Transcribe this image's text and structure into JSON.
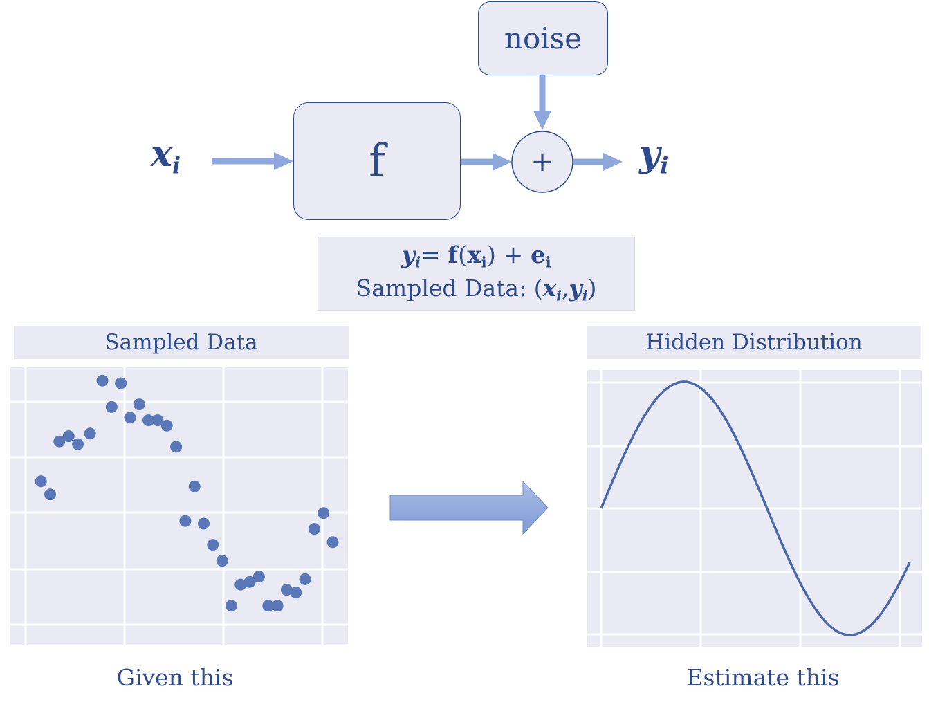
{
  "diagram": {
    "input_var": "x",
    "input_sub": "i",
    "function_label": "f",
    "noise_label": "noise",
    "sum_symbol": "+",
    "output_var": "y",
    "output_sub": "i"
  },
  "equation": {
    "y": "y",
    "y_sub": "i",
    "equals": "=",
    "f": "f",
    "lparen": "(",
    "x": "x",
    "x_sub": "i",
    "rparen": ")",
    "plus": "+",
    "e": "e",
    "e_sub": "i",
    "sampled_label": "Sampled Data:",
    "pair_open": "(",
    "pair_x": "x",
    "pair_x_sub": "i",
    "pair_comma": ",",
    "pair_y": "y",
    "pair_y_sub": "i",
    "pair_close": ")"
  },
  "left_panel": {
    "title": "Sampled Data",
    "caption": "Given this"
  },
  "right_panel": {
    "title": "Hidden Distribution",
    "caption": "Estimate this"
  },
  "colors": {
    "text": "#2c4a8c",
    "panel_bg": "#e9eaf3",
    "arrow": "#8ea8dc",
    "dot": "#5a78b8",
    "curve": "#4a68aa"
  },
  "chart_data": [
    {
      "type": "scatter",
      "xlim": [
        0,
        1
      ],
      "ylim": [
        0,
        1
      ],
      "grid": true,
      "points": [
        [
          0.05,
          0.57
        ],
        [
          0.08,
          0.52
        ],
        [
          0.11,
          0.72
        ],
        [
          0.14,
          0.74
        ],
        [
          0.17,
          0.71
        ],
        [
          0.21,
          0.75
        ],
        [
          0.25,
          0.95
        ],
        [
          0.28,
          0.85
        ],
        [
          0.31,
          0.94
        ],
        [
          0.34,
          0.81
        ],
        [
          0.37,
          0.86
        ],
        [
          0.4,
          0.8
        ],
        [
          0.43,
          0.8
        ],
        [
          0.46,
          0.78
        ],
        [
          0.49,
          0.7
        ],
        [
          0.55,
          0.55
        ],
        [
          0.52,
          0.42
        ],
        [
          0.58,
          0.41
        ],
        [
          0.61,
          0.33
        ],
        [
          0.64,
          0.27
        ],
        [
          0.67,
          0.1
        ],
        [
          0.7,
          0.18
        ],
        [
          0.73,
          0.19
        ],
        [
          0.76,
          0.21
        ],
        [
          0.79,
          0.1
        ],
        [
          0.82,
          0.1
        ],
        [
          0.85,
          0.16
        ],
        [
          0.88,
          0.15
        ],
        [
          0.91,
          0.2
        ],
        [
          0.94,
          0.39
        ],
        [
          0.97,
          0.45
        ],
        [
          1.0,
          0.34
        ]
      ]
    },
    {
      "type": "line",
      "function": "sine",
      "x_range": [
        0,
        1
      ],
      "cycles": 1,
      "grid": true
    }
  ]
}
